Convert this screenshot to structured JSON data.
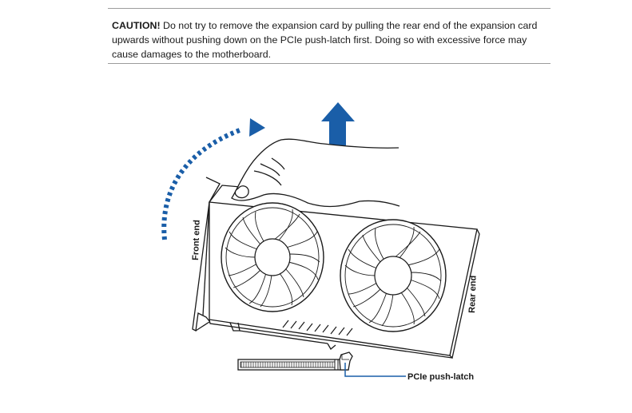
{
  "caution": {
    "heading": "CAUTION!",
    "body": " Do not try to remove the expansion card by pulling the rear end of the expansion card upwards without pushing down on the PCIe push-latch first. Doing so with excessive force may cause damages to the motherboard."
  },
  "illustration": {
    "front_end_label": "Front end",
    "rear_end_label": "Rear end",
    "latch_label": "PCIe push-latch",
    "accent_color": "#1a5ea8",
    "line_color": "#1a1a1a"
  }
}
